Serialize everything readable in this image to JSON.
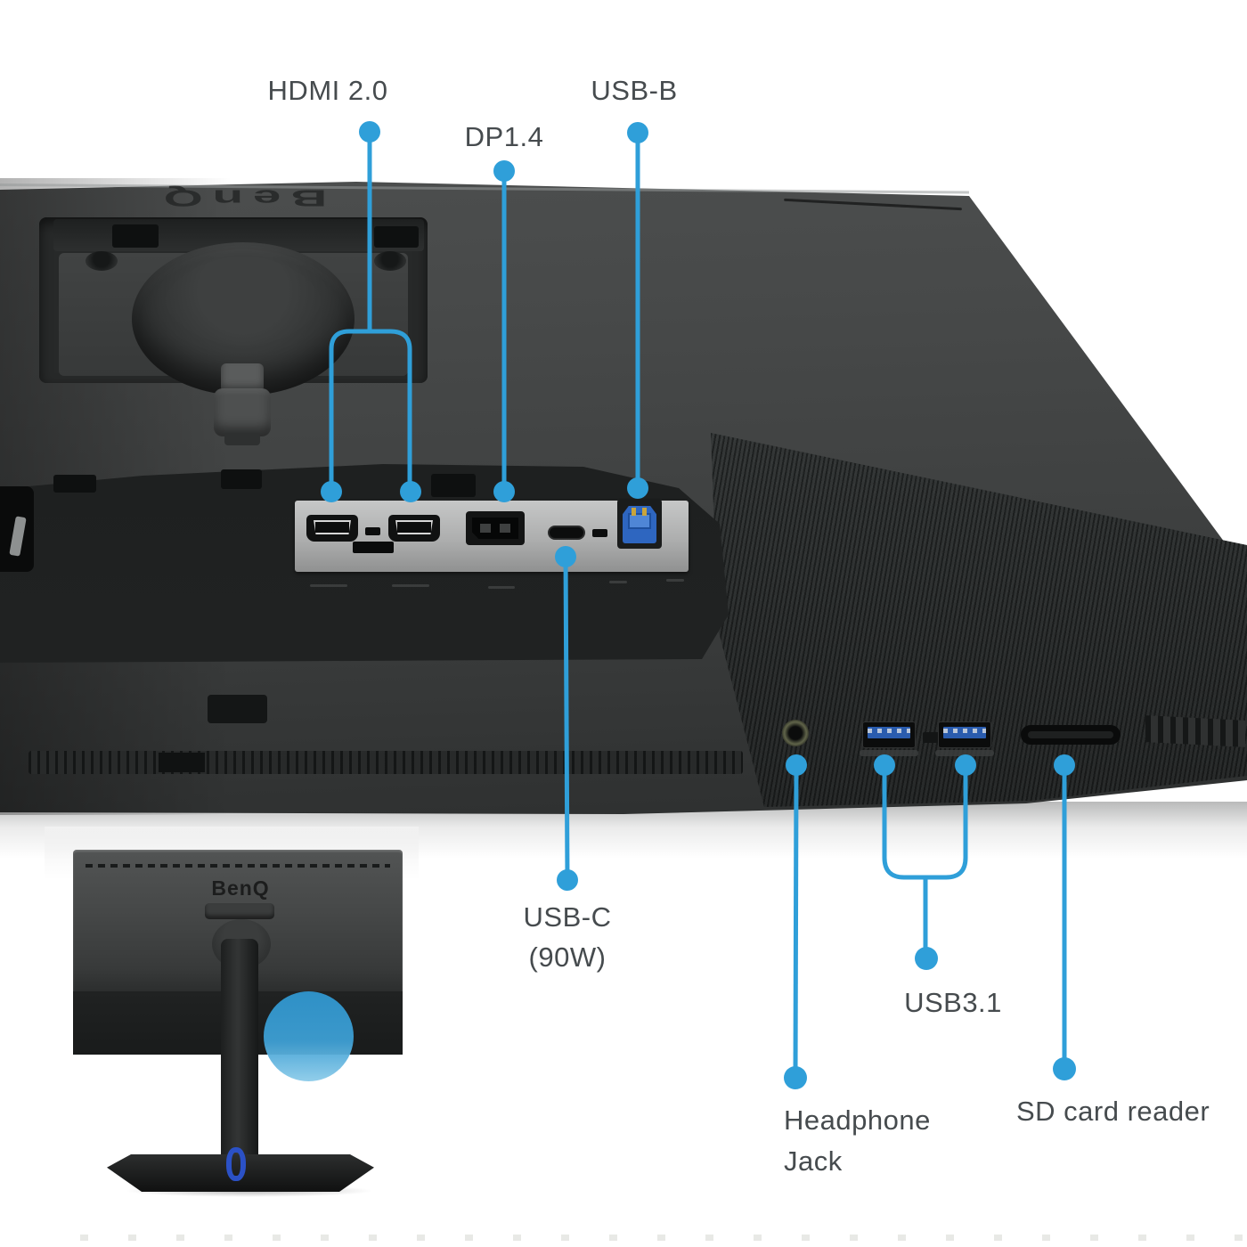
{
  "colors": {
    "accent": "#2f9fd9",
    "label_text": "#464b4e",
    "usb_b_port_blue": "#2e66c0",
    "usb_a_port_blue": "#2a5cae",
    "highlight_circle_top": "#2f96cf",
    "highlight_circle_bottom": "#8ccbe9"
  },
  "brand": {
    "logo": "BenQ"
  },
  "callouts": {
    "hdmi": "HDMI 2.0",
    "dp": "DP1.4",
    "usb_b": "USB-B",
    "usb_c": [
      "USB-C",
      "(90W)"
    ],
    "usb31": "USB3.1",
    "headphone": [
      "Headphone",
      "Jack"
    ],
    "sd": "SD card reader"
  }
}
